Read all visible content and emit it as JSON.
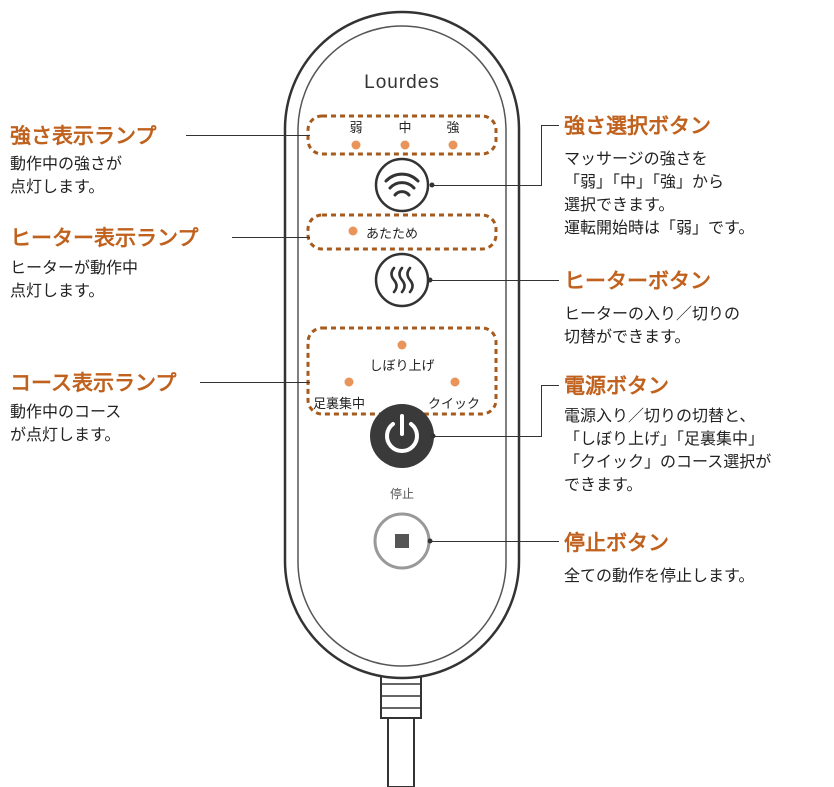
{
  "device": {
    "brand": "Lourdes",
    "intensity_labels": [
      "弱",
      "中",
      "強"
    ],
    "heater_lamp_label": "あたため",
    "course_labels": {
      "top": "しぼり上げ",
      "left": "足裏集中",
      "right": "クイック"
    },
    "stop_label": "停止"
  },
  "callouts": {
    "intensity_lamp": {
      "title": "強さ表示ランプ",
      "lines": [
        "動作中の強さが",
        "点灯します。"
      ]
    },
    "heater_lamp": {
      "title": "ヒーター表示ランプ",
      "lines": [
        "ヒーターが動作中",
        "点灯します。"
      ]
    },
    "course_lamp": {
      "title": "コース表示ランプ",
      "lines": [
        "動作中のコース",
        "が点灯します。"
      ]
    },
    "intensity_button": {
      "title": "強さ選択ボタン",
      "lines": [
        "マッサージの強さを",
        "「弱」「中」「強」から",
        "選択できます。",
        "運転開始時は「弱」です。"
      ]
    },
    "heater_button": {
      "title": "ヒーターボタン",
      "lines": [
        "ヒーターの入り／切りの",
        "切替ができます。"
      ]
    },
    "power_button": {
      "title": "電源ボタン",
      "lines": [
        "電源入り／切りの切替と、",
        "「しぼり上げ」「足裏集中」",
        "「クイック」のコース選択が",
        "できます。"
      ]
    },
    "stop_button": {
      "title": "停止ボタン",
      "lines": [
        "全ての動作を停止します。"
      ]
    }
  },
  "colors": {
    "accent": "#c0611e",
    "lamp": "#e8945a",
    "dash": "#a65a1c",
    "power": "#3a3a3a"
  }
}
